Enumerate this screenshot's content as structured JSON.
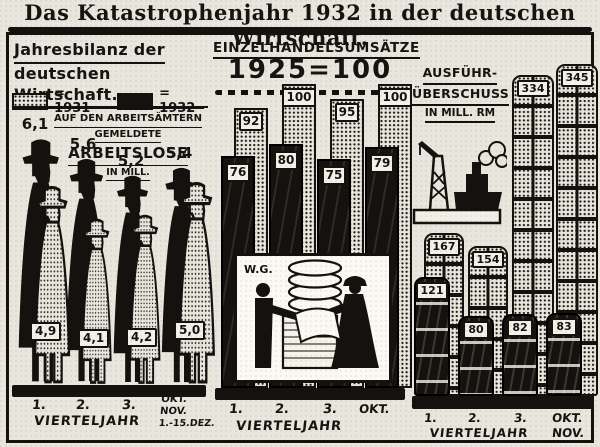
{
  "title": "Das Katastrophenjahr 1932 in der deutschen Wirtschaft.",
  "colors": {
    "paper": "#e9e6de",
    "ink": "#14110e"
  },
  "legend": {
    "label_1931": "= 1931",
    "label_1932": "= 1932"
  },
  "panels": {
    "jobless": {
      "title_line1": "Jahresbilanz der",
      "title_line2": "deutschen Wirtschaft.",
      "subtitle": {
        "l1": "AUF DEN ARBEITSÄMTERN",
        "l2": "GEMELDETE",
        "l3": "ARBEITSLOSE",
        "l4": "IN MILL."
      },
      "labels_1932": [
        "6,1",
        "5,6",
        "5,2",
        "5,4"
      ],
      "labels_1931": [
        "4,9",
        "4,1",
        "4,2",
        "5,0"
      ],
      "axis": {
        "t1": "1.",
        "t2": "2.",
        "t3": "3.",
        "t4a": "OKT.",
        "t4b": "NOV.",
        "t4c": "1.-15.DEZ.",
        "caption": "VIERTELJAHR"
      }
    },
    "retail": {
      "title": "EINZELHANDELSUMSÄTZE",
      "base_index": "1925=100",
      "labels_1931": [
        "92",
        "100",
        "95",
        "100"
      ],
      "labels_1932": [
        "76",
        "80",
        "75",
        "79"
      ],
      "shop_sign": "W.G.",
      "axis": {
        "t1": "1.",
        "t2": "2.",
        "t3": "3.",
        "t4": "OKT.",
        "caption": "VIERTELJAHR"
      }
    },
    "exports": {
      "title_line1": "AUSFÜHR-",
      "title_line2": "ÜBERSCHUSS",
      "title_line3": "IN MILL. RM",
      "labels_1931": [
        "167",
        "154",
        "334",
        "345"
      ],
      "labels_1932": [
        "121",
        "80",
        "82",
        "83"
      ],
      "axis": {
        "t1": "1.",
        "t2": "2.",
        "t3": "3.",
        "t4a": "OKT.",
        "t4b": "NOV.",
        "caption": "VIERTELJAHR"
      }
    }
  },
  "chart_data": [
    {
      "type": "bar",
      "title": "Auf den Arbeitsämtern gemeldete Arbeitslose",
      "ylabel": "in Mill.",
      "categories": [
        "1. Vierteljahr",
        "2. Vierteljahr",
        "3. Vierteljahr",
        "Okt. / Nov. / 1.-15. Dez."
      ],
      "series": [
        {
          "name": "1931",
          "values": [
            4.9,
            4.1,
            4.2,
            5.0
          ]
        },
        {
          "name": "1932",
          "values": [
            6.1,
            5.6,
            5.2,
            5.4
          ]
        }
      ],
      "grid": false,
      "legend_position": "top-left"
    },
    {
      "type": "bar",
      "title": "Einzelhandelsumsätze",
      "ylabel": "Index 1925 = 100",
      "reference_line": 100,
      "categories": [
        "1. Vierteljahr",
        "2. Vierteljahr",
        "3. Vierteljahr",
        "Okt."
      ],
      "series": [
        {
          "name": "1931",
          "values": [
            92,
            100,
            95,
            100
          ]
        },
        {
          "name": "1932",
          "values": [
            76,
            80,
            75,
            79
          ]
        }
      ],
      "grid": false
    },
    {
      "type": "bar",
      "title": "Ausfuhr-Überschuss",
      "ylabel": "in Mill. RM",
      "categories": [
        "1. Vierteljahr",
        "2. Vierteljahr",
        "3. Vierteljahr",
        "Okt. / Nov."
      ],
      "series": [
        {
          "name": "1931",
          "values": [
            167,
            154,
            334,
            345
          ]
        },
        {
          "name": "1932",
          "values": [
            121,
            80,
            82,
            83
          ]
        }
      ],
      "grid": false
    }
  ]
}
